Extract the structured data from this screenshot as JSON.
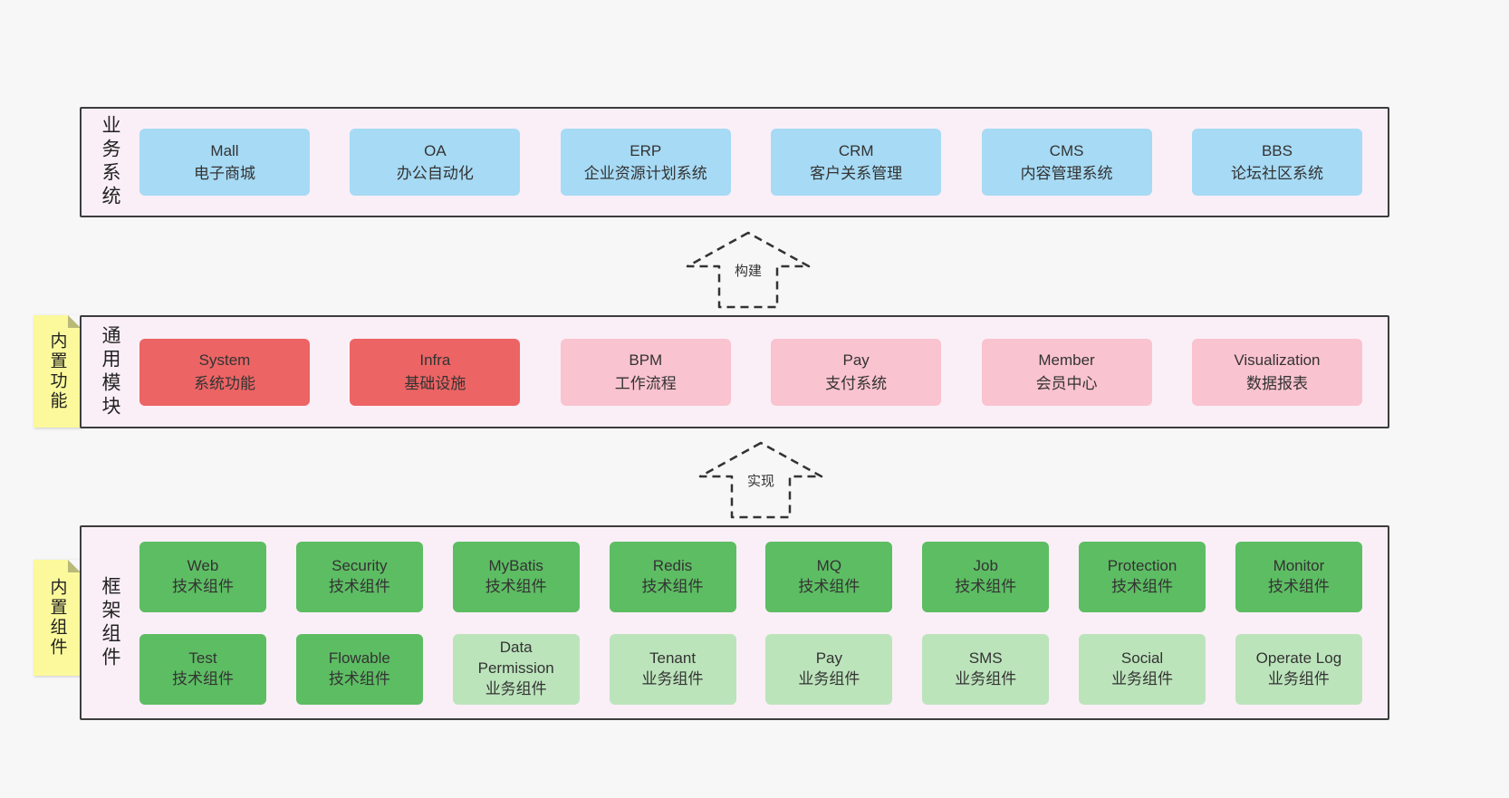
{
  "palette": {
    "page_bg": "#f7f7f7",
    "panel_bg": "#faeff7",
    "panel_border": "#3c3c3c",
    "blue": "#a7daf4",
    "red": "#ec6464",
    "pink": "#f9c3cf",
    "green": "#5dbd63",
    "green_light": "#bce4bb",
    "sticky_yellow": "#fbf99b",
    "text": "#333333"
  },
  "sections": {
    "business": {
      "side_label": "业务系统",
      "items": [
        {
          "title": "Mall",
          "subtitle": "电子商城"
        },
        {
          "title": "OA",
          "subtitle": "办公自动化"
        },
        {
          "title": "ERP",
          "subtitle": "企业资源计划系统"
        },
        {
          "title": "CRM",
          "subtitle": "客户关系管理"
        },
        {
          "title": "CMS",
          "subtitle": "内容管理系统"
        },
        {
          "title": "BBS",
          "subtitle": "论坛社区系统"
        }
      ]
    },
    "modules": {
      "side_label": "通用模块",
      "sticky_label": "内置功能",
      "items": [
        {
          "title": "System",
          "subtitle": "系统功能"
        },
        {
          "title": "Infra",
          "subtitle": "基础设施"
        },
        {
          "title": "BPM",
          "subtitle": "工作流程"
        },
        {
          "title": "Pay",
          "subtitle": "支付系统"
        },
        {
          "title": "Member",
          "subtitle": "会员中心"
        },
        {
          "title": "Visualization",
          "subtitle": "数据报表"
        }
      ]
    },
    "framework": {
      "side_label": "框架组件",
      "sticky_label": "内置组件",
      "row1": [
        {
          "title": "Web",
          "subtitle": "技术组件"
        },
        {
          "title": "Security",
          "subtitle": "技术组件"
        },
        {
          "title": "MyBatis",
          "subtitle": "技术组件"
        },
        {
          "title": "Redis",
          "subtitle": "技术组件"
        },
        {
          "title": "MQ",
          "subtitle": "技术组件"
        },
        {
          "title": "Job",
          "subtitle": "技术组件"
        },
        {
          "title": "Protection",
          "subtitle": "技术组件"
        },
        {
          "title": "Monitor",
          "subtitle": "技术组件"
        }
      ],
      "row2": [
        {
          "title": "Test",
          "subtitle": "技术组件"
        },
        {
          "title": "Flowable",
          "subtitle": "技术组件"
        },
        {
          "title": "Data Permission",
          "subtitle": "业务组件"
        },
        {
          "title": "Tenant",
          "subtitle": "业务组件"
        },
        {
          "title": "Pay",
          "subtitle": "业务组件"
        },
        {
          "title": "SMS",
          "subtitle": "业务组件"
        },
        {
          "title": "Social",
          "subtitle": "业务组件"
        },
        {
          "title": "Operate Log",
          "subtitle": "业务组件"
        }
      ]
    }
  },
  "arrows": {
    "build": "构建",
    "implement": "实现"
  }
}
